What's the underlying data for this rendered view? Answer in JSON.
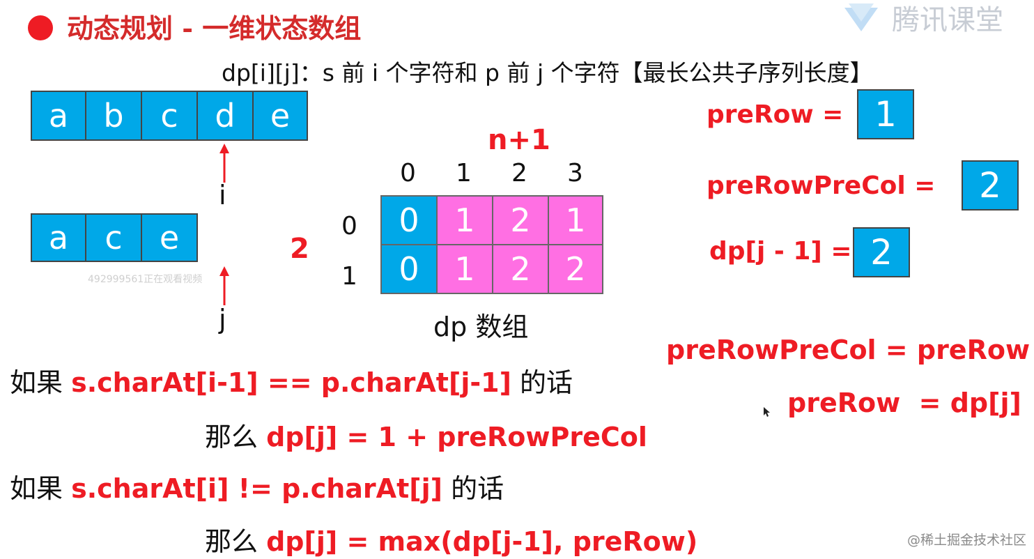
{
  "header": {
    "title": "动态规划 - 一维状态数组",
    "brand": "腾讯课堂"
  },
  "definition": "dp[i][j]：s 前 i 个字符和 p 前 j 个字符【最长公共子序列长度】",
  "s_chars": [
    "a",
    "b",
    "c",
    "d",
    "e"
  ],
  "p_chars": [
    "a",
    "c",
    "e"
  ],
  "pointer_i": "i",
  "pointer_j": "j",
  "grid": {
    "width_label": "n+1",
    "height_label": "2",
    "col_indices": [
      "0",
      "1",
      "2",
      "3"
    ],
    "row_indices": [
      "0",
      "1"
    ],
    "rows": [
      [
        "0",
        "1",
        "2",
        "1"
      ],
      [
        "0",
        "1",
        "2",
        "2"
      ]
    ],
    "caption": "dp 数组"
  },
  "variables": {
    "prerow_label": "preRow =",
    "prerow_value": "1",
    "prerowprecol_label": "preRowPreCol =",
    "prerowprecol_value": "2",
    "dpjm1_label": "dp[j - 1] =",
    "dpjm1_value": "2"
  },
  "updates": {
    "line1": "preRowPreCol = preRow",
    "line2": "preRow  = dp[j]"
  },
  "rules": {
    "if1_prefix": "如果 ",
    "if1_cond": "s.charAt[i-1] == p.charAt[j-1]",
    "if1_suffix": " 的话",
    "then1_prefix": "那么 ",
    "then1_expr": "dp[j] = 1 + preRowPreCol",
    "if2_prefix": "如果 ",
    "if2_cond": "s.charAt[i] != p.charAt[j]",
    "if2_suffix": " 的话",
    "then2_prefix": "那么 ",
    "then2_expr": "dp[j] = max(dp[j-1], preRow)"
  },
  "watermark": "492999561正在观看视频",
  "footer": "@稀土掘金技术社区",
  "colors": {
    "cell_blue": "#00a8e8",
    "cell_pink": "#ff6fe3",
    "accent_red": "#ee1c24"
  }
}
